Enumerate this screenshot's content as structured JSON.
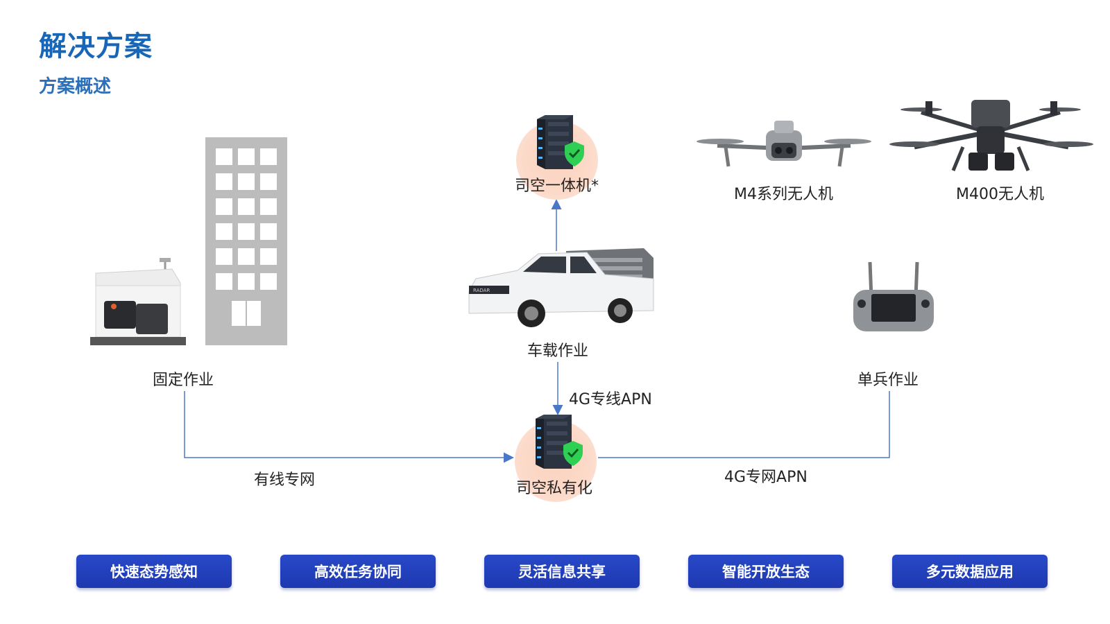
{
  "header": {
    "title": "解决方案",
    "subtitle": "方案概述"
  },
  "nodes": {
    "sikong_all_in_one": "司空一体机*",
    "m4_drone": "M4系列无人机",
    "m400_drone": "M400无人机",
    "vehicle": "车载作业",
    "fixed": "固定作业",
    "individual": "单兵作业",
    "private_deploy": "司空私有化"
  },
  "connections": {
    "apn_dedicated": "4G专线APN",
    "wired_network": "有线专网",
    "apn_private": "4G专网APN"
  },
  "features": [
    {
      "label": "快速态势感知"
    },
    {
      "label": "高效任务协同"
    },
    {
      "label": "灵活信息共享"
    },
    {
      "label": "智能开放生态"
    },
    {
      "label": "多元数据应用"
    }
  ],
  "colors": {
    "title": "#1766b8",
    "button": "#2445c0",
    "connector": "#4a78c8",
    "halo": "#fcd6c4"
  }
}
